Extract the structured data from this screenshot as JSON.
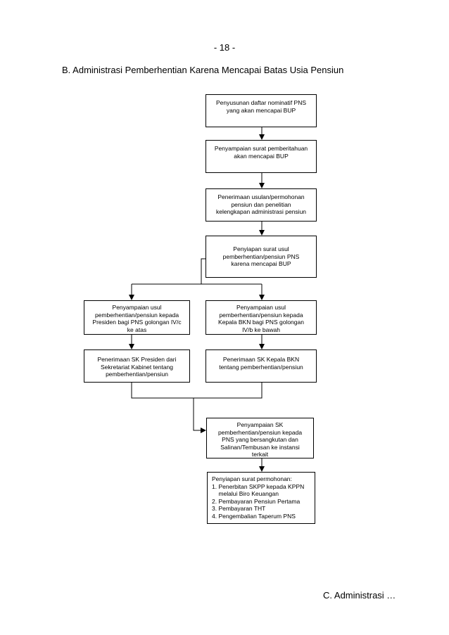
{
  "page_number": "- 18 -",
  "section_title": "B.  Administrasi Pemberhentian Karena Mencapai Batas Usia Pensiun",
  "footer": "C. Administrasi …",
  "flow": {
    "box1": [
      "Penyusunan daftar nominatif PNS",
      "yang akan mencapai BUP"
    ],
    "box2": [
      "Penyampaian surat pemberitahuan",
      "akan mencapai BUP"
    ],
    "box3": [
      "Penerimaan usulan/permohonan",
      "pensiun dan penelitian",
      "kelengkapan administrasi pensiun"
    ],
    "box4": [
      "Penyiapan surat usul",
      "pemberhentian/pensiun PNS",
      "karena mencapai BUP"
    ],
    "box5_left": [
      "Penyampaian usul",
      "pemberhentian/pensiun kepada",
      "Presiden bagi PNS golongan IV/c",
      "ke atas"
    ],
    "box5_right": [
      "Penyampaian usul",
      "pemberhentian/pensiun kepada",
      "Kepala BKN bagi PNS golongan",
      "IV/b ke bawah"
    ],
    "box6_left": [
      "Penerimaan SK Presiden dari",
      "Sekretariat Kabinet tentang",
      "pemberhentian/pensiun"
    ],
    "box6_right": [
      "Penerimaan SK Kepala BKN",
      "tentang pemberhentian/pensiun"
    ],
    "box7": [
      "Penyampaian SK",
      "pemberhentian/pensiun kepada",
      "PNS yang bersangkutan dan",
      "Salinan/Tembusan ke instansi",
      "terkait"
    ],
    "box8": [
      "Penyiapan surat permohonan:",
      "1. Penerbitan SKPP kepada KPPN",
      "    melalui Biro Keuangan",
      "2. Pembayaran Pensiun Pertama",
      "3. Pembayaran THT",
      "4. Pengembalian Taperum PNS"
    ]
  }
}
